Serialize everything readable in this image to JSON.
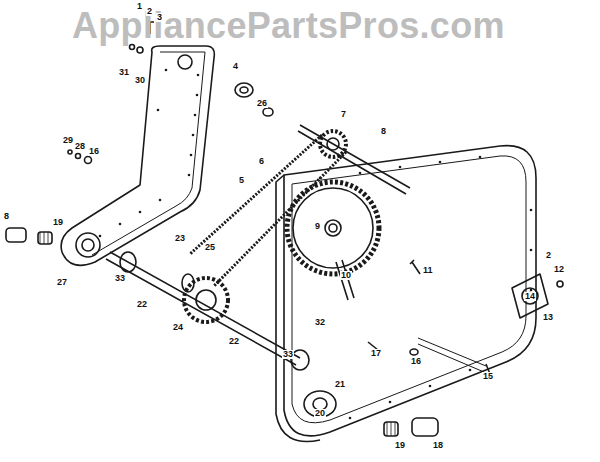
{
  "diagram": {
    "labels": [
      "AppliancePartsPros.com",
      "1",
      "2",
      "3",
      "31",
      "30",
      "4",
      "26",
      "7",
      "8",
      "29",
      "28",
      "16",
      "8",
      "19",
      "5",
      "6",
      "9",
      "27",
      "33",
      "23",
      "25",
      "22",
      "24",
      "10",
      "11",
      "32",
      "2",
      "12",
      "14",
      "13",
      "22",
      "17",
      "16",
      "15",
      "33",
      "21",
      "20",
      "19",
      "18"
    ]
  }
}
